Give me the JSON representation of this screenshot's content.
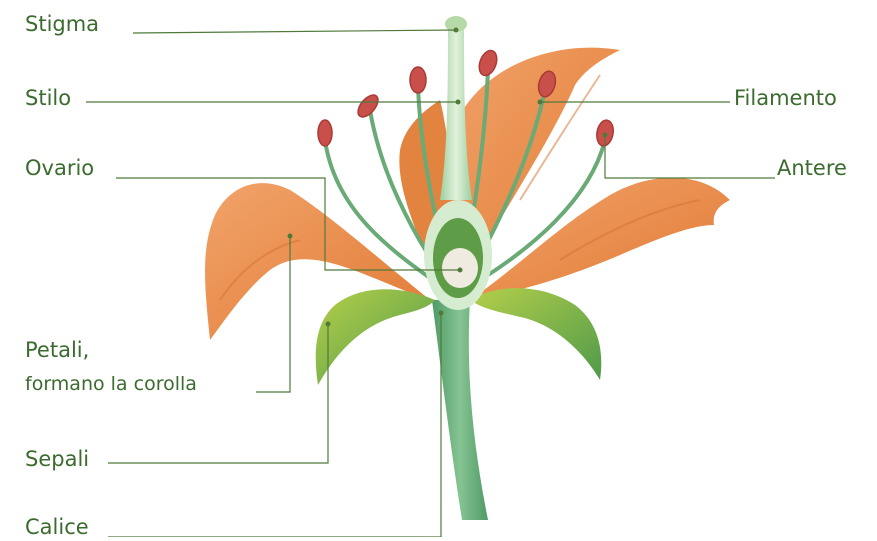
{
  "labels": {
    "stigma": "Stigma",
    "stilo": "Stilo",
    "ovario": "Ovario",
    "filamento": "Filamento",
    "antere": "Antere",
    "petali": "Petali,",
    "corolla_prefix": "formano la ",
    "corolla_word": "corolla",
    "sepali": "Sepali",
    "calice": "Calice"
  },
  "colors": {
    "label_text": "#3b6b2e",
    "leader_line": "#4f7a3a",
    "petal": "#e98b45",
    "petal_dark": "#d4712c",
    "stem": "#5fa86e",
    "sepal": "#6fae3d",
    "anther": "#c9504a",
    "style": "#cfe8c6"
  }
}
